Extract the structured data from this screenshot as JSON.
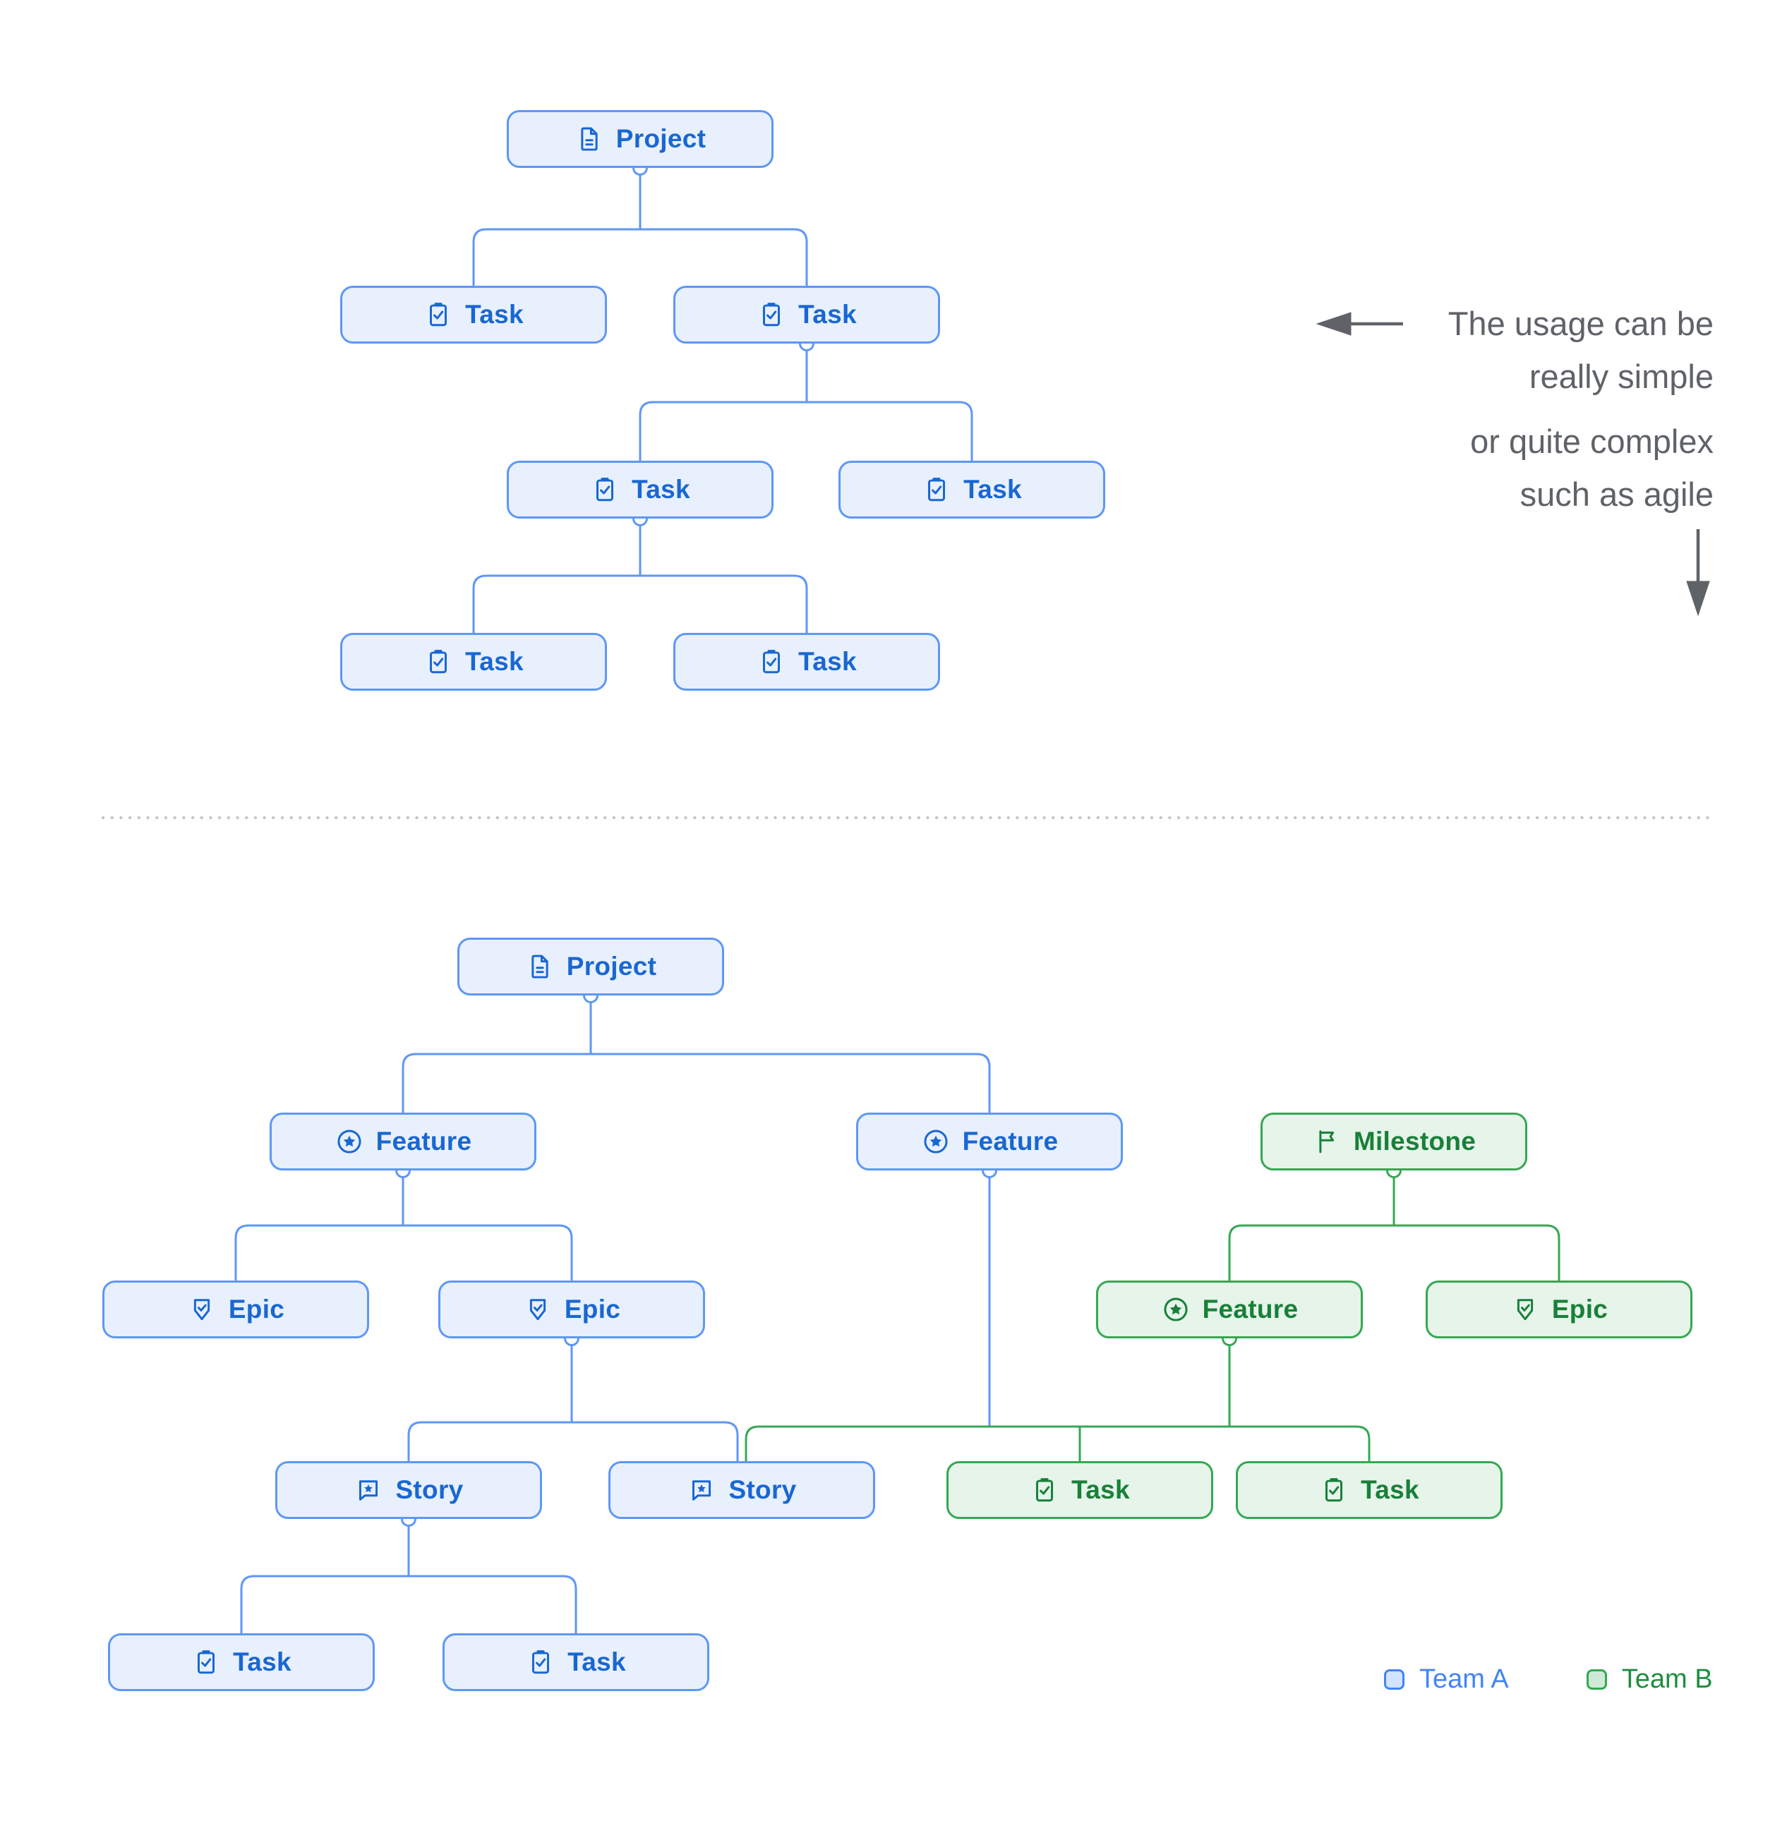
{
  "colors": {
    "team_a_fill": "#E8F0FE",
    "team_a_fill_strong": "#D2E3FC",
    "team_a_border": "#5E97F6",
    "team_a_text": "#1967D2",
    "team_b_fill": "#E6F4EA",
    "team_b_fill_strong": "#CEEAD6",
    "team_b_border": "#34A853",
    "team_b_text": "#188038",
    "annotation_gray": "#5F6368",
    "divider_gray": "#C4C7CB",
    "legend_a_text": "#4285F4",
    "legend_b_text": "#1E8E3E"
  },
  "annotation": {
    "line1": "The usage can be",
    "line2": "really simple",
    "line3": "or quite complex",
    "line4": "such as agile"
  },
  "legend": {
    "team_a_label": "Team A",
    "team_b_label": "Team B"
  },
  "simple_tree": {
    "nodes": [
      {
        "id": "p1",
        "type": "project",
        "label": "Project",
        "team": "a"
      },
      {
        "id": "t1a",
        "type": "task",
        "label": "Task",
        "team": "a"
      },
      {
        "id": "t1b",
        "type": "task",
        "label": "Task",
        "team": "a"
      },
      {
        "id": "t2a",
        "type": "task",
        "label": "Task",
        "team": "a"
      },
      {
        "id": "t2b",
        "type": "task",
        "label": "Task",
        "team": "a"
      },
      {
        "id": "t3a",
        "type": "task",
        "label": "Task",
        "team": "a"
      },
      {
        "id": "t3b",
        "type": "task",
        "label": "Task",
        "team": "a"
      }
    ]
  },
  "complex_tree": {
    "nodes": [
      {
        "id": "p2",
        "type": "project",
        "label": "Project",
        "team": "a"
      },
      {
        "id": "fl",
        "type": "feature",
        "label": "Feature",
        "team": "a"
      },
      {
        "id": "fr",
        "type": "feature",
        "label": "Feature",
        "team": "a"
      },
      {
        "id": "ms",
        "type": "milestone",
        "label": "Milestone",
        "team": "b"
      },
      {
        "id": "el",
        "type": "epic",
        "label": "Epic",
        "team": "a"
      },
      {
        "id": "er",
        "type": "epic",
        "label": "Epic",
        "team": "a"
      },
      {
        "id": "fg",
        "type": "feature",
        "label": "Feature",
        "team": "b"
      },
      {
        "id": "eg",
        "type": "epic",
        "label": "Epic",
        "team": "b"
      },
      {
        "id": "sl",
        "type": "story",
        "label": "Story",
        "team": "a"
      },
      {
        "id": "sr",
        "type": "story",
        "label": "Story",
        "team": "a"
      },
      {
        "id": "tg1",
        "type": "task",
        "label": "Task",
        "team": "b"
      },
      {
        "id": "tg2",
        "type": "task",
        "label": "Task",
        "team": "b"
      },
      {
        "id": "tb1",
        "type": "task",
        "label": "Task",
        "team": "a"
      },
      {
        "id": "tb2",
        "type": "task",
        "label": "Task",
        "team": "a"
      }
    ]
  }
}
